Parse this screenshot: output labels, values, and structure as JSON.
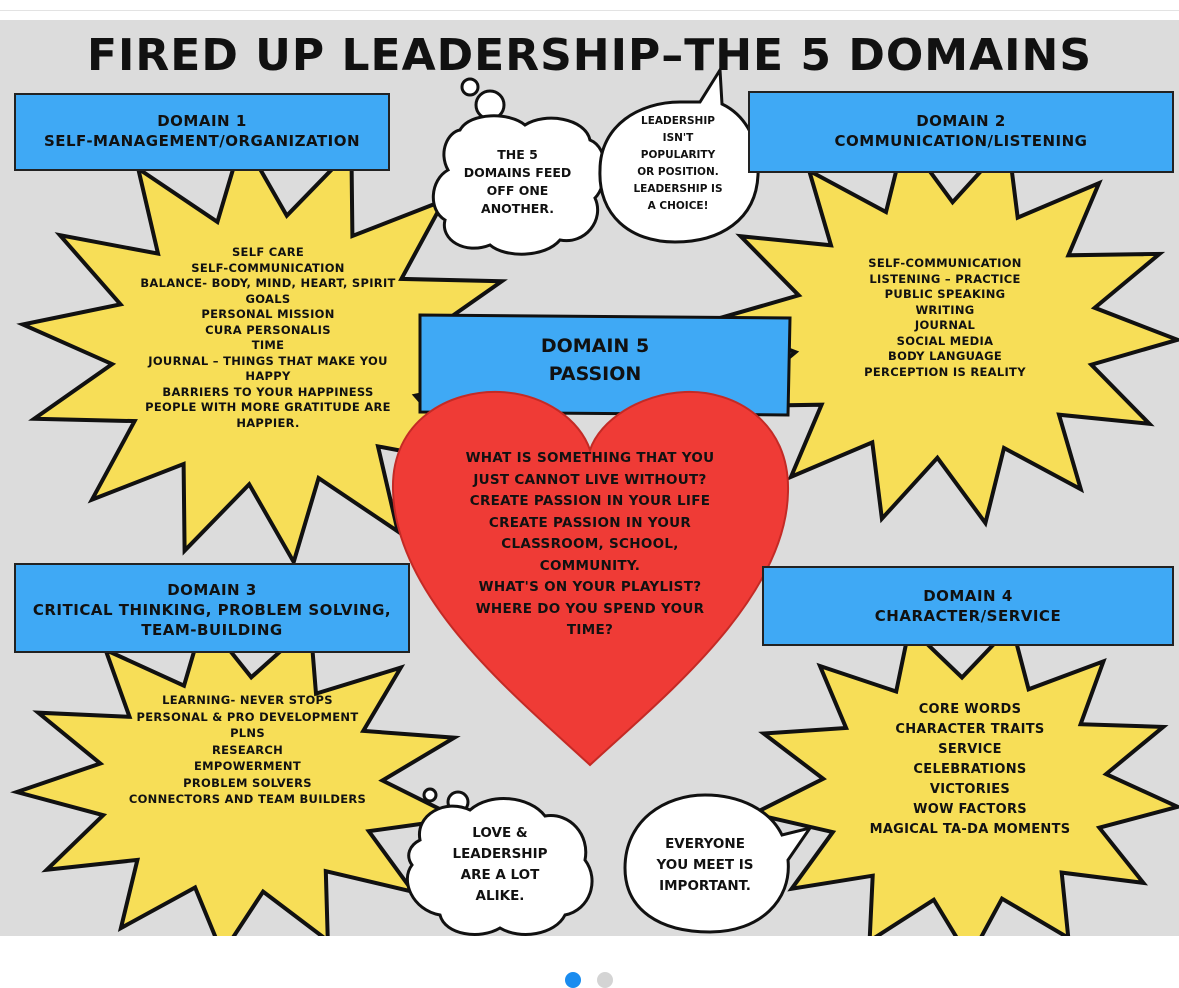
{
  "title": "FIRED UP LEADERSHIP–THE 5 DOMAINS",
  "domain1": {
    "heading": [
      "DOMAIN 1",
      "SELF-MANAGEMENT/ORGANIZATION"
    ],
    "items": [
      "SELF CARE",
      "SELF-COMMUNICATION",
      "BALANCE- BODY, MIND, HEART, SPIRIT",
      "GOALS",
      "PERSONAL MISSION",
      "CURA PERSONALIS",
      "TIME",
      "JOURNAL –  THINGS THAT MAKE YOU",
      "HAPPY",
      "BARRIERS TO YOUR HAPPINESS",
      "PEOPLE WITH MORE GRATITUDE ARE",
      "HAPPIER."
    ]
  },
  "domain2": {
    "heading": [
      "DOMAIN 2",
      "COMMUNICATION/LISTENING"
    ],
    "items": [
      "SELF-COMMUNICATION",
      "LISTENING – PRACTICE",
      "PUBLIC SPEAKING",
      "WRITING",
      "JOURNAL",
      "SOCIAL MEDIA",
      "BODY LANGUAGE",
      "PERCEPTION IS REALITY"
    ]
  },
  "domain3": {
    "heading": [
      "DOMAIN 3",
      "CRITICAL THINKING, PROBLEM SOLVING,",
      "TEAM-BUILDING"
    ],
    "items": [
      "LEARNING- NEVER STOPS",
      "PERSONAL & PRO DEVELOPMENT",
      "PLNS",
      "RESEARCH",
      "EMPOWERMENT",
      "PROBLEM SOLVERS",
      "CONNECTORS AND TEAM BUILDERS"
    ]
  },
  "domain4": {
    "heading": [
      "DOMAIN 4",
      "CHARACTER/SERVICE"
    ],
    "items": [
      "CORE WORDS",
      "CHARACTER TRAITS",
      "SERVICE",
      "CELEBRATIONS",
      "VICTORIES",
      "WOW FACTORS",
      "MAGICAL TA-DA MOMENTS"
    ]
  },
  "domain5": {
    "heading": [
      "DOMAIN 5",
      "PASSION"
    ],
    "items": [
      "WHAT IS SOMETHING THAT YOU",
      "JUST CANNOT LIVE WITHOUT?",
      "CREATE PASSION IN YOUR LIFE",
      "CREATE PASSION IN YOUR",
      "CLASSROOM, SCHOOL,",
      "COMMUNITY.",
      "WHAT'S ON YOUR PLAYLIST?",
      "WHERE DO YOU SPEND YOUR",
      "TIME?"
    ]
  },
  "bubbles": {
    "feed": [
      "THE 5",
      "DOMAINS FEED",
      "OFF ONE",
      "ANOTHER."
    ],
    "choice": [
      "LEADERSHIP",
      "ISN'T",
      "POPULARITY",
      "OR POSITION.",
      "LEADERSHIP IS",
      "A CHOICE!"
    ],
    "love": [
      "LOVE &",
      "LEADERSHIP",
      "ARE A LOT",
      "ALIKE."
    ],
    "everyone": [
      "EVERYONE",
      "YOU MEET IS",
      "IMPORTANT."
    ]
  },
  "pager": {
    "total": 2,
    "current": 1
  },
  "colors": {
    "background": "#dcdcdc",
    "box": "#3fa9f5",
    "burst": "#f7de57",
    "heart": "#ef3b36",
    "dot_active": "#1a8cef",
    "dot_inactive": "#d4d4d4"
  }
}
